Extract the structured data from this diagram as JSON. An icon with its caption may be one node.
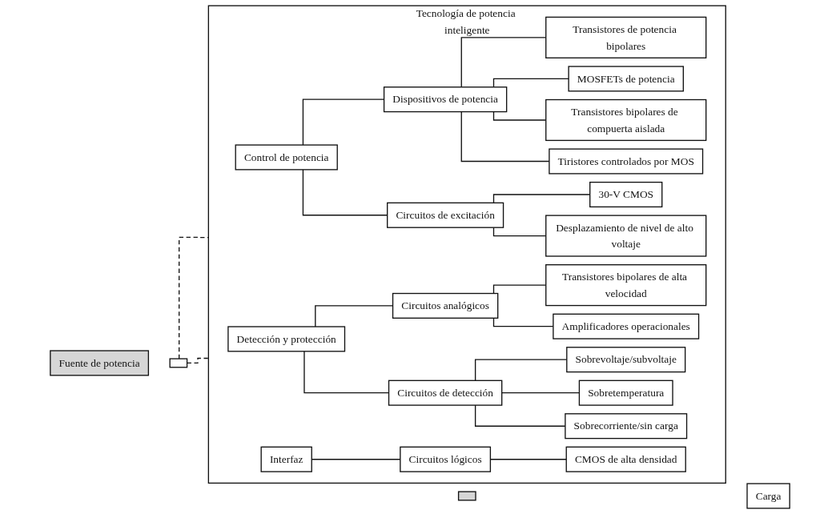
{
  "diagram": {
    "nodes": [
      {
        "text": [
          "Fuente de potencia"
        ]
      },
      {
        "text": [],
        "shape": "box"
      },
      {
        "text": [],
        "shape": "box"
      },
      {
        "text": [
          "Carga"
        ]
      },
      {
        "text": [
          "Tecnología de potencia inteligente"
        ]
      },
      {
        "text": [
          "Control de potencia"
        ],
        "in": 4
      },
      {
        "text": [
          "Dispositivos de potencia"
        ],
        "in": 4
      },
      {
        "text": [
          "Transistores de potencia bipolares"
        ],
        "in": 4
      },
      {
        "text": [
          "MOSFETs de potencia"
        ],
        "in": 4
      },
      {
        "text": [
          "Transistores bipolares de compuerta aislada"
        ],
        "in": 4
      },
      {
        "text": [
          "Tiristores controlados por MOS"
        ],
        "in": 4
      },
      {
        "text": [
          "Circuitos de excitación"
        ],
        "in": 4
      },
      {
        "text": [
          "30-V CMOS"
        ],
        "in": 4
      },
      {
        "text": [
          "Desplazamiento de nivel de alto voltaje"
        ],
        "in": 4
      },
      {
        "text": [
          "Detección y protección"
        ],
        "in": 4
      },
      {
        "text": [
          "Circuitos analógicos"
        ],
        "in": 4
      },
      {
        "text": [
          "Transistores bipolares de alta velocidad"
        ],
        "in": 4
      },
      {
        "text": [
          "Amplificadores operacionales"
        ],
        "in": 4
      },
      {
        "text": [
          "Circuitos de detección"
        ],
        "in": 4
      },
      {
        "text": [
          "Sobrevoltaje/subvoltaje"
        ],
        "in": 4
      },
      {
        "text": [
          "Sobretemperatura"
        ],
        "in": 4
      },
      {
        "text": [
          "Sobrecorriente/sin carga"
        ],
        "in": 4
      },
      {
        "text": [
          "Interfaz"
        ],
        "in": 4
      },
      {
        "text": [
          "Circuitos lógicos"
        ],
        "in": 4
      },
      {
        "text": [
          "CMOS de alta densidad"
        ],
        "in": 4
      }
    ],
    "edges": [
      {
        "from": 1,
        "to": 4,
        "arrow": "none",
        "style": "dashed"
      },
      {
        "from": 1,
        "to": 4,
        "arrow": "none",
        "style": "dashed"
      },
      {
        "from": 5,
        "to": 6,
        "arrow": "none"
      },
      {
        "from": 6,
        "to": 7,
        "arrow": "none"
      },
      {
        "from": 6,
        "to": 8,
        "arrow": "none"
      },
      {
        "from": 6,
        "to": 9,
        "arrow": "none"
      },
      {
        "from": 6,
        "to": 10,
        "arrow": "none"
      },
      {
        "from": 5,
        "to": 11,
        "arrow": "none"
      },
      {
        "from": 11,
        "to": 12,
        "arrow": "none"
      },
      {
        "from": 11,
        "to": 13,
        "arrow": "none"
      },
      {
        "from": 14,
        "to": 15,
        "arrow": "none"
      },
      {
        "from": 15,
        "to": 16,
        "arrow": "none"
      },
      {
        "from": 15,
        "to": 17,
        "arrow": "none"
      },
      {
        "from": 14,
        "to": 18,
        "arrow": "none"
      },
      {
        "from": 18,
        "to": 19,
        "arrow": "none"
      },
      {
        "from": 18,
        "to": 20,
        "arrow": "none"
      },
      {
        "from": 18,
        "to": 21,
        "arrow": "none"
      },
      {
        "from": 22,
        "to": 23,
        "arrow": "none"
      },
      {
        "from": 23,
        "to": 24,
        "arrow": "none"
      }
    ]
  }
}
